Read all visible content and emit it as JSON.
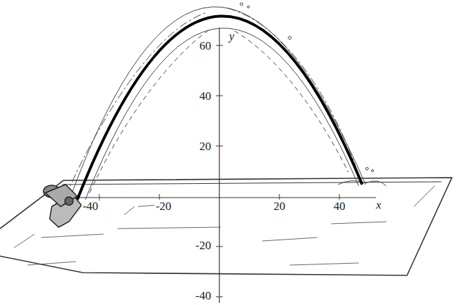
{
  "diagram": {
    "labels": [
      "y",
      "60",
      "40",
      "20",
      "-20",
      "-40",
      "x",
      "-40",
      "-20",
      "20",
      "40"
    ]
  }
}
